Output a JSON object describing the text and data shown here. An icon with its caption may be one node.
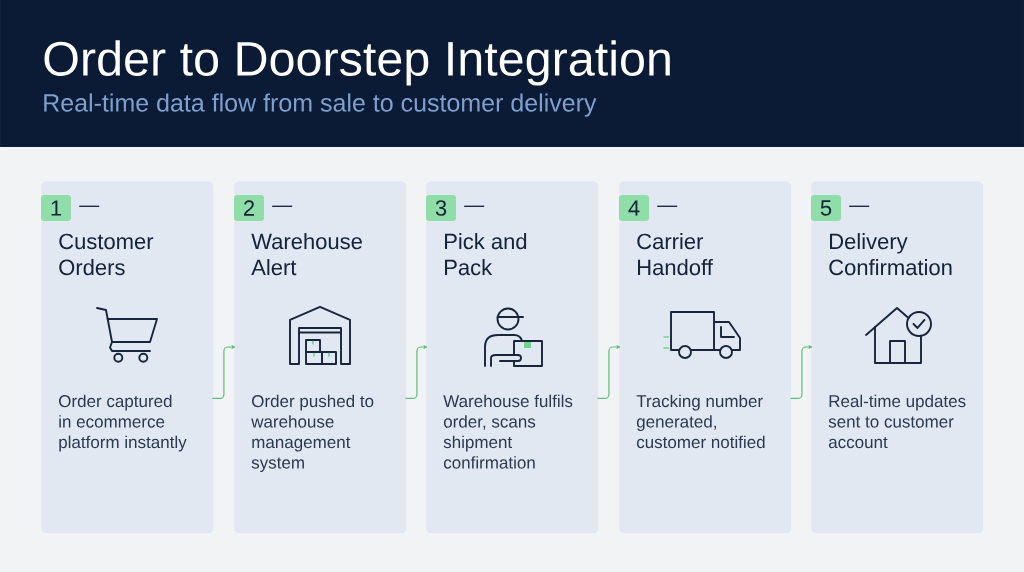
{
  "diagram": {
    "title": "Order to Doorstep Integration",
    "nodes": [
      {
        "text": [
          "Customer Orders",
          "Order captured in ecommerce platform instantly"
        ]
      },
      {
        "text": [
          "1"
        ],
        "in": 0,
        "beside": [
          "—"
        ]
      },
      {
        "text": [
          "Warehouse Alert",
          "Order pushed to warehouse management system"
        ]
      },
      {
        "text": [
          "2"
        ],
        "in": 2,
        "beside": [
          "—"
        ]
      },
      {
        "text": [
          "Pick and Pack",
          "Warehouse fulfils order, scans shipment confirmation"
        ]
      },
      {
        "text": [
          "3"
        ],
        "in": 4,
        "beside": [
          "—"
        ]
      },
      {
        "text": [
          "Carrier Handoff",
          "Tracking number generated, customer notified"
        ]
      },
      {
        "text": [
          "4"
        ],
        "in": 6,
        "beside": [
          "—"
        ]
      },
      {
        "text": [
          "Delivery Confirmation",
          "Real-time updates sent to customer account"
        ]
      },
      {
        "text": [
          "5"
        ],
        "in": 8,
        "beside": [
          "—"
        ]
      }
    ],
    "edges": [
      {
        "from": 0,
        "to": 2,
        "arrow": "to"
      },
      {
        "from": 2,
        "to": 4,
        "arrow": "to"
      },
      {
        "from": 4,
        "to": 6,
        "arrow": "to"
      },
      {
        "from": 6,
        "to": 8,
        "arrow": "to"
      }
    ],
    "labels": [
      "Real-time data flow from sale to customer delivery"
    ]
  }
}
